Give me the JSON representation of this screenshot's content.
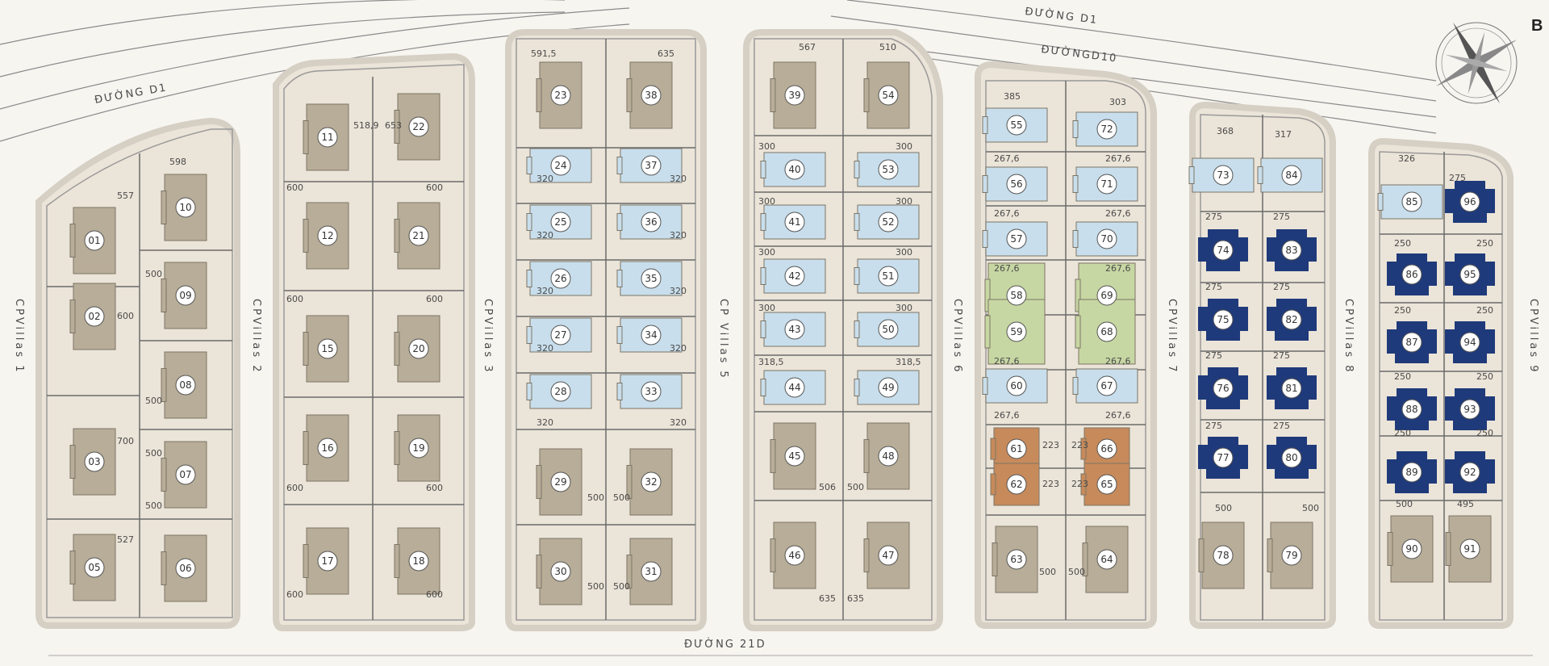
{
  "roads": {
    "d1_top": "ĐƯỜNG D1",
    "d1_left": "ĐƯỜNG D1",
    "d10": "ĐƯỜNGD10",
    "d21": "ĐƯỜNG 21D"
  },
  "compass": {
    "label": "B",
    "icon": "compass-rose-icon"
  },
  "legend_colors": {
    "beige": "#b8ad98",
    "light_blue": "#c8deec",
    "green": "#c7d7a3",
    "orange": "#c78a5b",
    "navy": "#1f3a7a",
    "block": "#ebe4d8",
    "outline": "#d5cfc4"
  },
  "clusters": [
    {
      "id": "c1",
      "label": "CPVillas 1",
      "units": [
        {
          "n": "01",
          "c": "beige"
        },
        {
          "n": "02",
          "c": "beige"
        },
        {
          "n": "03",
          "c": "beige"
        },
        {
          "n": "05",
          "c": "beige"
        },
        {
          "n": "10",
          "c": "beige"
        },
        {
          "n": "09",
          "c": "beige"
        },
        {
          "n": "08",
          "c": "beige"
        },
        {
          "n": "07",
          "c": "beige"
        },
        {
          "n": "06",
          "c": "beige"
        }
      ],
      "areas": [
        "598",
        "557",
        "500",
        "600",
        "500",
        "700",
        "500",
        "500",
        "527"
      ]
    },
    {
      "id": "c2",
      "label": "CPVillas 2",
      "units": [
        {
          "n": "11",
          "c": "beige"
        },
        {
          "n": "12",
          "c": "beige"
        },
        {
          "n": "15",
          "c": "beige"
        },
        {
          "n": "16",
          "c": "beige"
        },
        {
          "n": "17",
          "c": "beige"
        },
        {
          "n": "22",
          "c": "beige"
        },
        {
          "n": "21",
          "c": "beige"
        },
        {
          "n": "20",
          "c": "beige"
        },
        {
          "n": "19",
          "c": "beige"
        },
        {
          "n": "18",
          "c": "beige"
        }
      ],
      "areas": [
        "518,9",
        "653",
        "600",
        "600",
        "600",
        "600",
        "600",
        "600",
        "600",
        "600"
      ]
    },
    {
      "id": "c3",
      "label": "CPVillas 3",
      "units": [
        {
          "n": "23",
          "c": "beige"
        },
        {
          "n": "24",
          "c": "light_blue"
        },
        {
          "n": "25",
          "c": "light_blue"
        },
        {
          "n": "26",
          "c": "light_blue"
        },
        {
          "n": "27",
          "c": "light_blue"
        },
        {
          "n": "28",
          "c": "light_blue"
        },
        {
          "n": "29",
          "c": "beige"
        },
        {
          "n": "30",
          "c": "beige"
        },
        {
          "n": "38",
          "c": "beige"
        },
        {
          "n": "37",
          "c": "light_blue"
        },
        {
          "n": "36",
          "c": "light_blue"
        },
        {
          "n": "35",
          "c": "light_blue"
        },
        {
          "n": "34",
          "c": "light_blue"
        },
        {
          "n": "33",
          "c": "light_blue"
        },
        {
          "n": "32",
          "c": "beige"
        },
        {
          "n": "31",
          "c": "beige"
        }
      ],
      "areas": [
        "591,5",
        "635",
        "320",
        "320",
        "320",
        "320",
        "320",
        "320",
        "320",
        "320",
        "320",
        "320",
        "500",
        "500",
        "500",
        "500"
      ]
    },
    {
      "id": "c5",
      "label": "CP Villas 5",
      "units": [
        {
          "n": "39",
          "c": "beige"
        },
        {
          "n": "40",
          "c": "light_blue"
        },
        {
          "n": "41",
          "c": "light_blue"
        },
        {
          "n": "42",
          "c": "light_blue"
        },
        {
          "n": "43",
          "c": "light_blue"
        },
        {
          "n": "44",
          "c": "light_blue"
        },
        {
          "n": "45",
          "c": "beige"
        },
        {
          "n": "46",
          "c": "beige"
        },
        {
          "n": "54",
          "c": "beige"
        },
        {
          "n": "53",
          "c": "light_blue"
        },
        {
          "n": "52",
          "c": "light_blue"
        },
        {
          "n": "51",
          "c": "light_blue"
        },
        {
          "n": "50",
          "c": "light_blue"
        },
        {
          "n": "49",
          "c": "light_blue"
        },
        {
          "n": "48",
          "c": "beige"
        },
        {
          "n": "47",
          "c": "beige"
        }
      ],
      "areas": [
        "567",
        "510",
        "300",
        "300",
        "300",
        "300",
        "300",
        "300",
        "300",
        "300",
        "318,5",
        "318,5",
        "506",
        "500",
        "635",
        "635"
      ]
    },
    {
      "id": "c6",
      "label": "CPVillas 6",
      "units": [
        {
          "n": "55",
          "c": "light_blue"
        },
        {
          "n": "56",
          "c": "light_blue"
        },
        {
          "n": "57",
          "c": "light_blue"
        },
        {
          "n": "58",
          "c": "green"
        },
        {
          "n": "59",
          "c": "green"
        },
        {
          "n": "60",
          "c": "light_blue"
        },
        {
          "n": "61",
          "c": "orange"
        },
        {
          "n": "62",
          "c": "orange"
        },
        {
          "n": "63",
          "c": "beige"
        },
        {
          "n": "72",
          "c": "light_blue"
        },
        {
          "n": "71",
          "c": "light_blue"
        },
        {
          "n": "70",
          "c": "light_blue"
        },
        {
          "n": "69",
          "c": "green"
        },
        {
          "n": "68",
          "c": "green"
        },
        {
          "n": "67",
          "c": "light_blue"
        },
        {
          "n": "66",
          "c": "orange"
        },
        {
          "n": "65",
          "c": "orange"
        },
        {
          "n": "64",
          "c": "beige"
        }
      ],
      "areas": [
        "385",
        "303",
        "267,6",
        "267,6",
        "267,6",
        "267,6",
        "267,6",
        "267,6",
        "267,6",
        "267,6",
        "267,6",
        "267,6",
        "223",
        "223",
        "223",
        "223",
        "500",
        "500"
      ]
    },
    {
      "id": "c7",
      "label": "CPVillas 7",
      "units": [
        {
          "n": "73",
          "c": "light_blue"
        },
        {
          "n": "74",
          "c": "navy"
        },
        {
          "n": "75",
          "c": "navy"
        },
        {
          "n": "76",
          "c": "navy"
        },
        {
          "n": "77",
          "c": "navy"
        },
        {
          "n": "78",
          "c": "beige"
        },
        {
          "n": "84",
          "c": "light_blue"
        },
        {
          "n": "83",
          "c": "navy"
        },
        {
          "n": "82",
          "c": "navy"
        },
        {
          "n": "81",
          "c": "navy"
        },
        {
          "n": "80",
          "c": "navy"
        },
        {
          "n": "79",
          "c": "beige"
        }
      ],
      "areas": [
        "368",
        "317",
        "275",
        "275",
        "275",
        "275",
        "275",
        "275",
        "275",
        "275",
        "500",
        "500"
      ]
    },
    {
      "id": "c8",
      "label": "CPVillas 8",
      "units": [
        {
          "n": "85",
          "c": "light_blue"
        },
        {
          "n": "86",
          "c": "navy"
        },
        {
          "n": "87",
          "c": "navy"
        },
        {
          "n": "88",
          "c": "navy"
        },
        {
          "n": "89",
          "c": "navy"
        },
        {
          "n": "90",
          "c": "beige"
        },
        {
          "n": "96",
          "c": "navy"
        },
        {
          "n": "95",
          "c": "navy"
        },
        {
          "n": "94",
          "c": "navy"
        },
        {
          "n": "93",
          "c": "navy"
        },
        {
          "n": "92",
          "c": "navy"
        },
        {
          "n": "91",
          "c": "beige"
        }
      ],
      "areas": [
        "326",
        "275",
        "250",
        "250",
        "250",
        "250",
        "250",
        "250",
        "250",
        "250",
        "500",
        "495"
      ]
    },
    {
      "id": "c9",
      "label": "CPVillas 9"
    }
  ]
}
